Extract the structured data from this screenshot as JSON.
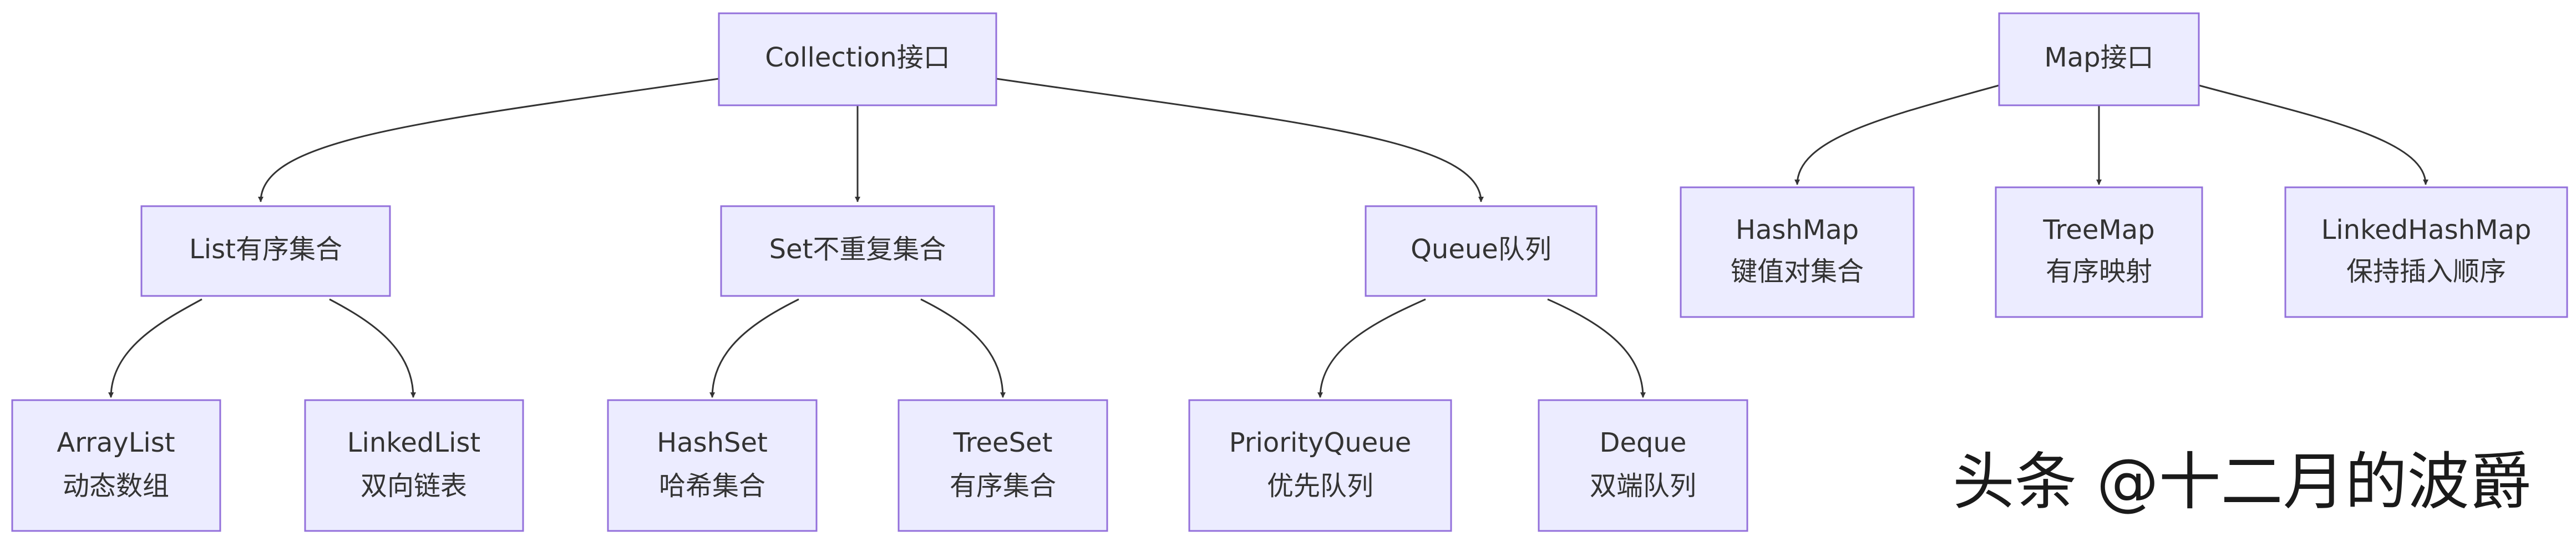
{
  "diagram": {
    "collection_root": {
      "title": "Collection接口"
    },
    "list": {
      "title": "List有序集合"
    },
    "set": {
      "title": "Set不重复集合"
    },
    "queue": {
      "title": "Queue队列"
    },
    "arraylist": {
      "title": "ArrayList",
      "subtitle": "动态数组"
    },
    "linkedlist": {
      "title": "LinkedList",
      "subtitle": "双向链表"
    },
    "hashset": {
      "title": "HashSet",
      "subtitle": "哈希集合"
    },
    "treeset": {
      "title": "TreeSet",
      "subtitle": "有序集合"
    },
    "priorityqueue": {
      "title": "PriorityQueue",
      "subtitle": "优先队列"
    },
    "deque": {
      "title": "Deque",
      "subtitle": "双端队列"
    },
    "map_root": {
      "title": "Map接口"
    },
    "hashmap": {
      "title": "HashMap",
      "subtitle": "键值对集合"
    },
    "treemap": {
      "title": "TreeMap",
      "subtitle": "有序映射"
    },
    "linkedhashmap": {
      "title": "LinkedHashMap",
      "subtitle": "保持插入顺序"
    }
  },
  "watermark": {
    "text": "头条 @十二月的波爵"
  }
}
